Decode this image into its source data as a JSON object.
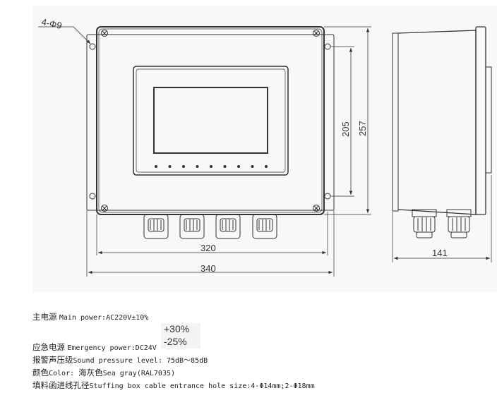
{
  "drawing": {
    "hole_label": "4-Φ9",
    "dim_width_inner": "320",
    "dim_width_outer": "340",
    "dim_height_inner": "205",
    "dim_height_outer": "257",
    "dim_depth": "141",
    "line_color": "#333333"
  },
  "specs": {
    "main_power_cn": "主电源",
    "main_power_en": "Main power:AC220V±10%",
    "tolerance_plus": "+30%",
    "tolerance_minus": "-25%",
    "emergency_cn": "应急电源",
    "emergency_en": "Emergency power:DC24V",
    "sound_cn": "报警声压级",
    "sound_en": "Sound pressure level: 75dB～85dB",
    "color_cn": "颜色",
    "color_en": "Color: ",
    "color_cn2": "海灰色",
    "color_en2": "Sea gray(RAL7035)",
    "stuffing_cn": "填料函进线孔径",
    "stuffing_en": "Stuffing box cable entrance hole size:4-Φ14mm;2-Φ18mm"
  }
}
